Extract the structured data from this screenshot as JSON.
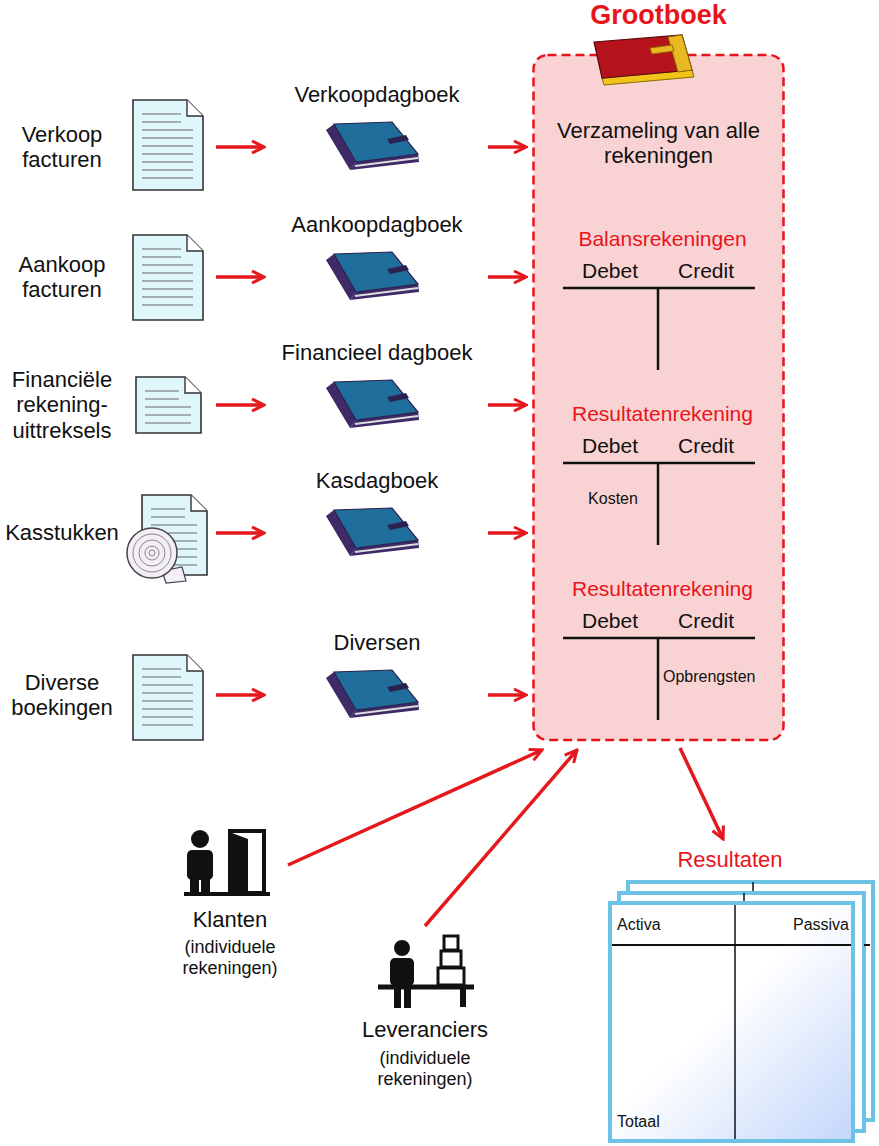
{
  "diagram": {
    "nodes": [
      {
        "text": [
          "Verkoop facturen"
        ]
      },
      {
        "text": [
          "Verkoopdagboek"
        ]
      },
      {
        "text": [
          "Grootboek",
          "Verzameling van alle rekeningen"
        ]
      },
      {
        "text": [
          "Balansrekeningen",
          "Debet",
          "Credit"
        ],
        "in": 2
      },
      {
        "text": [
          "Resultatenrekening",
          "Debet",
          "Credit",
          "Kosten"
        ],
        "in": 2
      },
      {
        "text": [
          "Resultatenrekening",
          "Debet",
          "Credit",
          "Opbrengsten"
        ],
        "in": 2
      },
      {
        "text": [
          "Aankoop facturen"
        ]
      },
      {
        "text": [
          "Aankoopdagboek"
        ]
      },
      {
        "text": [
          "Financiële rekening- uittreksels"
        ]
      },
      {
        "text": [
          "Financieel dagboek"
        ]
      },
      {
        "text": [
          "Kasstukken"
        ]
      },
      {
        "text": [
          "Kasdagboek"
        ]
      },
      {
        "text": [
          "Diverse boekingen"
        ]
      },
      {
        "text": [
          "Diversen"
        ]
      },
      {
        "text": [
          "Klanten",
          "(individuele rekeningen)"
        ]
      },
      {
        "text": [
          "Leveranciers",
          "(individuele rekeningen)"
        ]
      },
      {
        "text": [
          "Resultaten",
          "Activa",
          "Passiva",
          "Totaal"
        ]
      }
    ],
    "edges": [
      {
        "from": 0,
        "to": 1,
        "arrow": "to"
      },
      {
        "from": 1,
        "to": 2,
        "arrow": "to"
      },
      {
        "from": 6,
        "to": 7,
        "arrow": "to"
      },
      {
        "from": 7,
        "to": 2,
        "arrow": "to"
      },
      {
        "from": 8,
        "to": 9,
        "arrow": "to"
      },
      {
        "from": 9,
        "to": 2,
        "arrow": "to"
      },
      {
        "from": 10,
        "to": 11,
        "arrow": "to"
      },
      {
        "from": 11,
        "to": 2,
        "arrow": "to"
      },
      {
        "from": 12,
        "to": 13,
        "arrow": "to"
      },
      {
        "from": 13,
        "to": 2,
        "arrow": "to"
      },
      {
        "from": 14,
        "to": 2,
        "arrow": "to"
      },
      {
        "from": 15,
        "to": 2,
        "arrow": "to"
      },
      {
        "from": 2,
        "to": 16,
        "arrow": "to"
      }
    ]
  }
}
